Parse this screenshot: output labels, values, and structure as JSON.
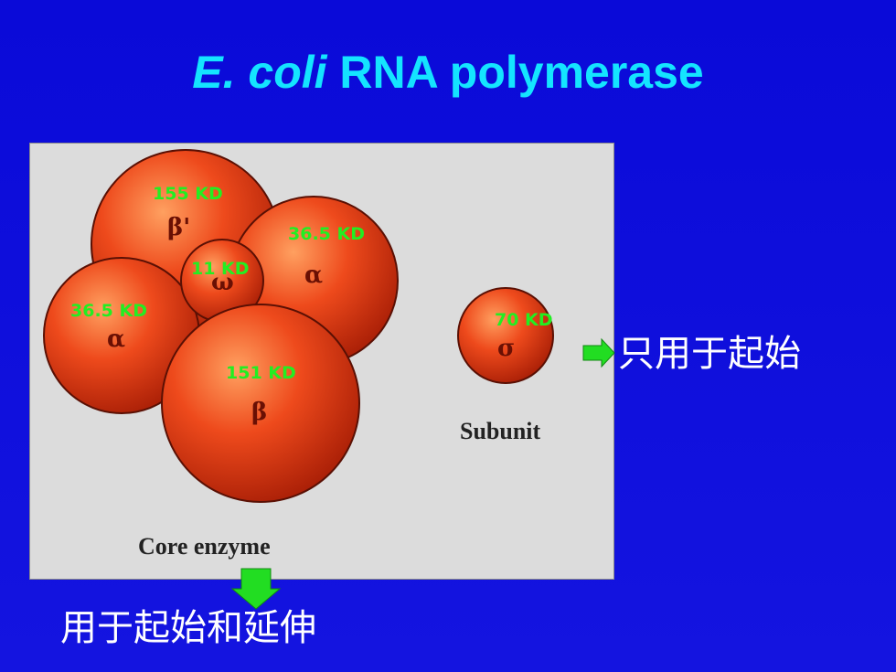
{
  "slide": {
    "title_italic": "E. coli",
    "title_rest": " RNA polymerase"
  },
  "figure": {
    "labels": {
      "beta_prime_kd": "155 KD",
      "alpha_right_kd": "36.5 KD",
      "omega_kd": "11 KD",
      "alpha_left_kd": "36.5 KD",
      "beta_kd": "151 KD",
      "sigma_kd": "70 KD"
    },
    "subunit_caption": "Subunit",
    "core_caption": "Core enzyme"
  },
  "notes": {
    "sigma_note": "只用于起始",
    "core_note": "用于起始和延伸"
  },
  "colors": {
    "background": "#0f0fdc",
    "title": "#14e4ff",
    "kd_label": "#22ee22",
    "sphere": "#e8481c",
    "arrow": "#22dd22"
  }
}
